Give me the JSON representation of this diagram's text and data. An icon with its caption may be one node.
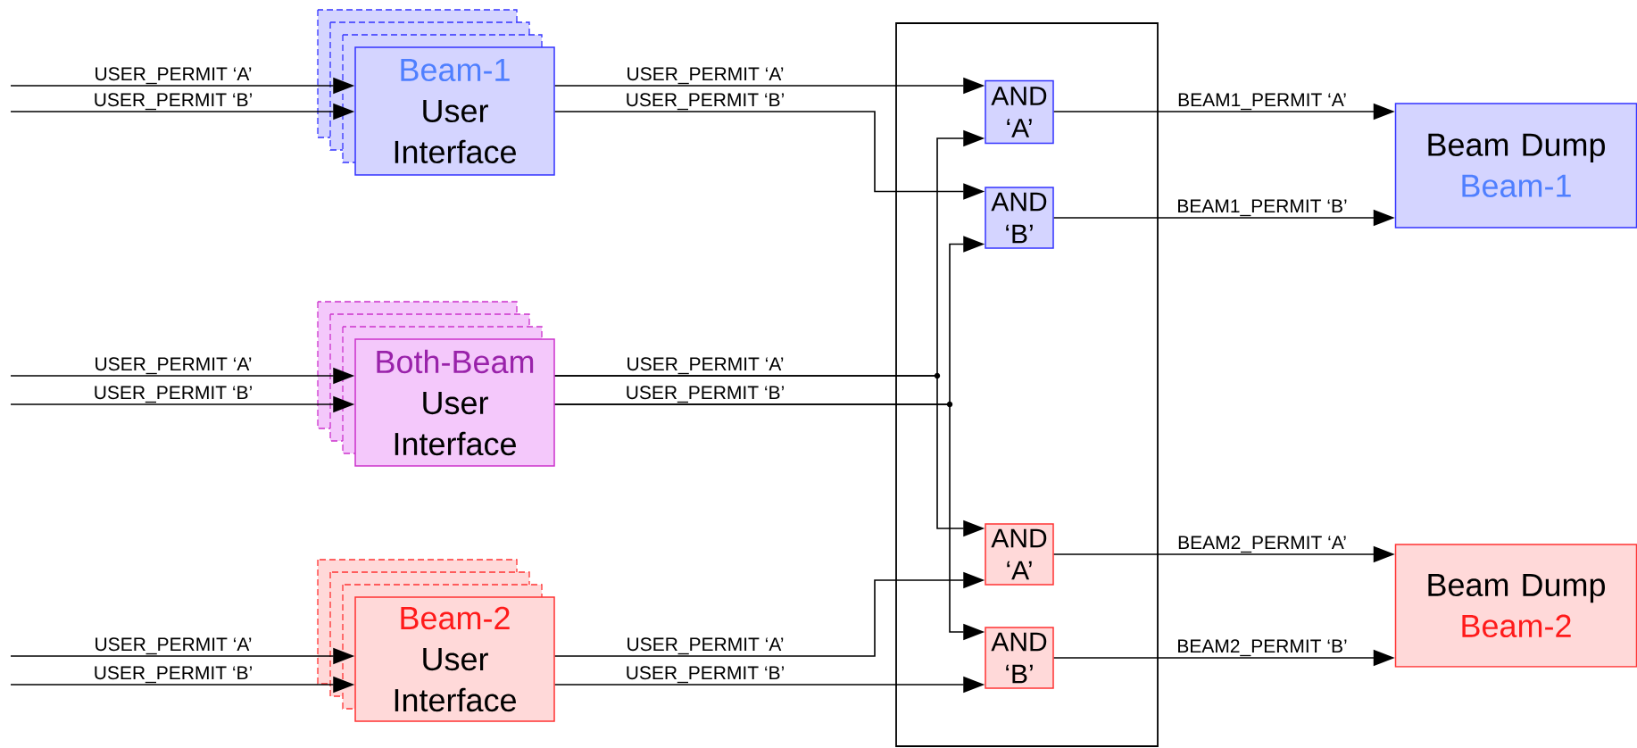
{
  "diagram": {
    "nodes": [
      {
        "text": [
          "Beam-1",
          "User Interface"
        ]
      },
      {
        "text": [
          "Both-Beam",
          "User Interface"
        ]
      },
      {
        "text": [
          "Beam-2",
          "User Interface"
        ]
      },
      {
        "text": [],
        "shape": "box"
      },
      {
        "text": [
          "AND ‘A’"
        ],
        "in": 3
      },
      {
        "text": [
          "AND ‘B’"
        ],
        "in": 3
      },
      {
        "text": [
          "AND ‘A’"
        ],
        "in": 3
      },
      {
        "text": [
          "AND ‘B’"
        ],
        "in": 3
      },
      {
        "text": [
          "Beam Dump",
          "Beam-1"
        ]
      },
      {
        "text": [
          "Beam Dump",
          "Beam-2"
        ]
      }
    ],
    "edges": [
      {
        "from": null,
        "to": 0,
        "arrow": "to",
        "label": "USER_PERMIT ‘A’"
      },
      {
        "from": null,
        "to": 0,
        "arrow": "to",
        "label": "USER_PERMIT ‘B’"
      },
      {
        "from": null,
        "to": 1,
        "arrow": "to",
        "label": "USER_PERMIT ‘A’"
      },
      {
        "from": null,
        "to": 1,
        "arrow": "to",
        "label": "USER_PERMIT ‘B’"
      },
      {
        "from": null,
        "to": 2,
        "arrow": "to",
        "label": "USER_PERMIT ‘A’"
      },
      {
        "from": null,
        "to": 2,
        "arrow": "to",
        "label": "USER_PERMIT ‘B’"
      },
      {
        "from": 0,
        "to": 4,
        "arrow": "to",
        "label": "USER_PERMIT ‘A’"
      },
      {
        "from": 0,
        "to": 5,
        "arrow": "to",
        "label": "USER_PERMIT ‘B’"
      },
      {
        "from": 1,
        "to": 4,
        "arrow": "to",
        "label": "USER_PERMIT ‘A’"
      },
      {
        "from": 1,
        "to": 6,
        "arrow": "to"
      },
      {
        "from": 1,
        "to": 5,
        "arrow": "to",
        "label": "USER_PERMIT ‘B’"
      },
      {
        "from": 1,
        "to": 7,
        "arrow": "to"
      },
      {
        "from": 2,
        "to": 6,
        "arrow": "to",
        "label": "USER_PERMIT ‘A’"
      },
      {
        "from": 2,
        "to": 7,
        "arrow": "to",
        "label": "USER_PERMIT ‘B’"
      },
      {
        "from": 4,
        "to": 8,
        "arrow": "to",
        "label": "BEAM1_PERMIT ‘A’"
      },
      {
        "from": 5,
        "to": 8,
        "arrow": "to",
        "label": "BEAM1_PERMIT ‘B’"
      },
      {
        "from": 6,
        "to": 9,
        "arrow": "to",
        "label": "BEAM2_PERMIT ‘A’"
      },
      {
        "from": 7,
        "to": 9,
        "arrow": "to",
        "label": "BEAM2_PERMIT ‘B’"
      }
    ]
  }
}
